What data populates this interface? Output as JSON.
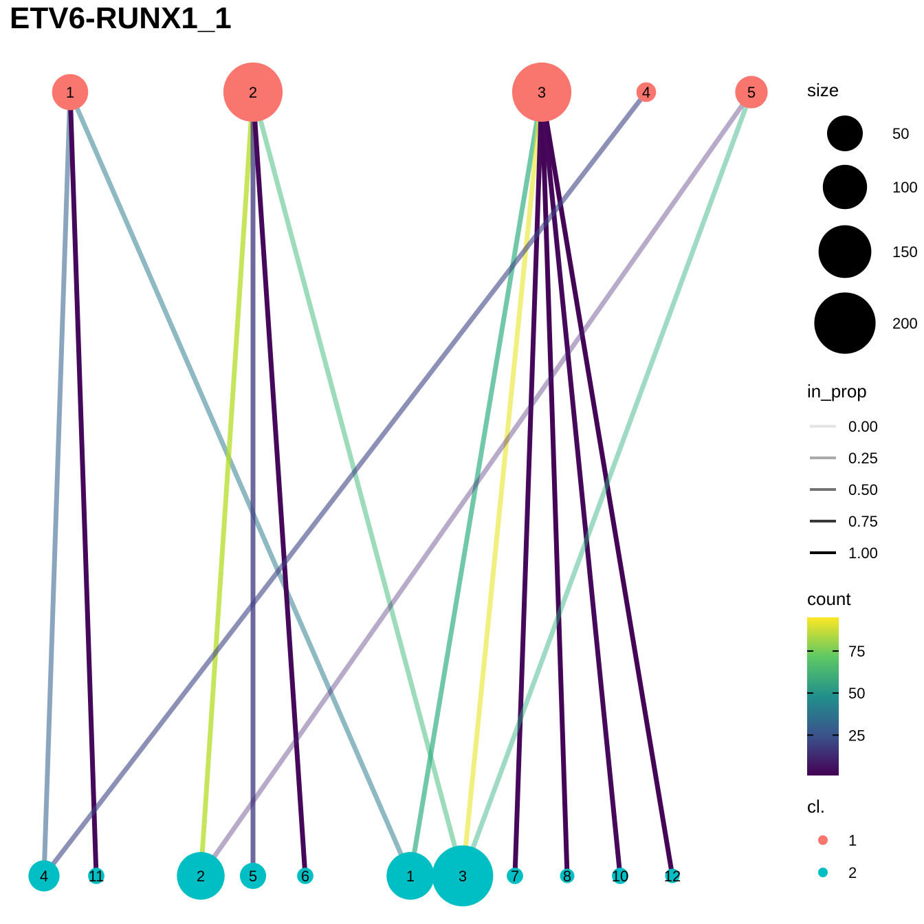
{
  "chart_data": {
    "type": "bipartite-network",
    "title": "ETV6-RUNX1_1",
    "top_nodes": [
      {
        "id": "1",
        "cl": "1",
        "size": 60
      },
      {
        "id": "2",
        "cl": "1",
        "size": 200
      },
      {
        "id": "3",
        "cl": "1",
        "size": 200
      },
      {
        "id": "4",
        "cl": "1",
        "size": 10
      },
      {
        "id": "5",
        "cl": "1",
        "size": 45
      }
    ],
    "bottom_nodes": [
      {
        "id": "4",
        "cl": "2",
        "size": 40
      },
      {
        "id": "11",
        "cl": "2",
        "size": 5
      },
      {
        "id": "2",
        "cl": "2",
        "size": 120
      },
      {
        "id": "5",
        "cl": "2",
        "size": 25
      },
      {
        "id": "6",
        "cl": "2",
        "size": 5
      },
      {
        "id": "1",
        "cl": "2",
        "size": 120
      },
      {
        "id": "3",
        "cl": "2",
        "size": 215
      },
      {
        "id": "7",
        "cl": "2",
        "size": 5
      },
      {
        "id": "8",
        "cl": "2",
        "size": 3
      },
      {
        "id": "10",
        "cl": "2",
        "size": 5
      },
      {
        "id": "12",
        "cl": "2",
        "size": 3
      }
    ],
    "edges": [
      {
        "from": "1",
        "to": "4",
        "count": 30,
        "in_prop": 0.4
      },
      {
        "from": "1",
        "to": "11",
        "count": 3,
        "in_prop": 1.0
      },
      {
        "from": "1",
        "to": "1",
        "count": 40,
        "in_prop": 0.35
      },
      {
        "from": "2",
        "to": "2",
        "count": 85,
        "in_prop": 0.7
      },
      {
        "from": "2",
        "to": "5",
        "count": 18,
        "in_prop": 0.7
      },
      {
        "from": "2",
        "to": "6",
        "count": 3,
        "in_prop": 1.0
      },
      {
        "from": "2",
        "to": "3",
        "count": 65,
        "in_prop": 0.3
      },
      {
        "from": "3",
        "to": "1",
        "count": 60,
        "in_prop": 0.55
      },
      {
        "from": "3",
        "to": "3",
        "count": 92,
        "in_prop": 0.45
      },
      {
        "from": "3",
        "to": "7",
        "count": 3,
        "in_prop": 1.0
      },
      {
        "from": "3",
        "to": "8",
        "count": 2,
        "in_prop": 1.0
      },
      {
        "from": "3",
        "to": "10",
        "count": 3,
        "in_prop": 1.0
      },
      {
        "from": "3",
        "to": "12",
        "count": 2,
        "in_prop": 1.0
      },
      {
        "from": "4",
        "to": "4",
        "count": 20,
        "in_prop": 0.45
      },
      {
        "from": "5",
        "to": "2",
        "count": 10,
        "in_prop": 0.15
      },
      {
        "from": "5",
        "to": "3",
        "count": 60,
        "in_prop": 0.25
      }
    ],
    "legend": {
      "size": {
        "title": "size",
        "values": [
          50,
          100,
          150,
          200
        ]
      },
      "in_prop": {
        "title": "in_prop",
        "values": [
          "0.00",
          "0.25",
          "0.50",
          "0.75",
          "1.00"
        ]
      },
      "count": {
        "title": "count",
        "ticks": [
          25,
          50,
          75
        ],
        "range": [
          1,
          95
        ]
      },
      "cl": {
        "title": "cl.",
        "entries": [
          {
            "label": "1",
            "color": "#F8766D"
          },
          {
            "label": "2",
            "color": "#00BFC4"
          }
        ]
      }
    },
    "colors": {
      "cl1": "#F8766D",
      "cl2": "#00BFC4"
    }
  }
}
